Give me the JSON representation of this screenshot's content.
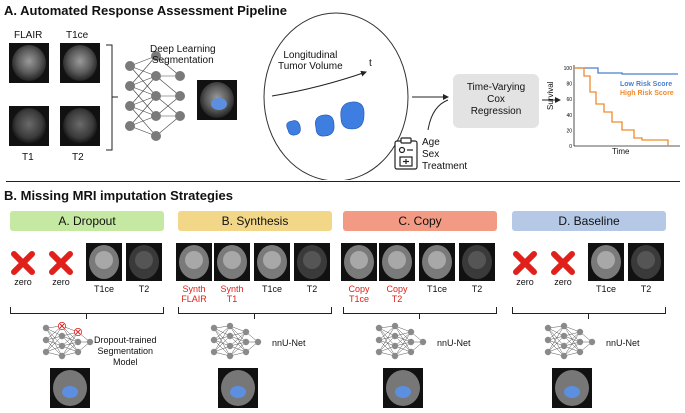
{
  "section_a": {
    "title": "A. Automated Response Assessment Pipeline",
    "mri_labels": [
      "FLAIR",
      "T1ce",
      "T1",
      "T2"
    ],
    "segmentation_label": [
      "Deep Learning",
      "Segmentation"
    ],
    "volume_label": [
      "Longitudinal",
      "Tumor Volume"
    ],
    "time_symbol": "t",
    "cox_label": [
      "Time-Varying",
      "Cox",
      "Regression"
    ],
    "covariates": [
      "Age",
      "Sex",
      "Treatment"
    ],
    "survival_chart": {
      "ylabel": "Survival",
      "xlabel": "Time",
      "ticks": [
        "100",
        "80",
        "60",
        "40",
        "20",
        "0"
      ],
      "legend": [
        "Low Risk Score",
        "High Risk Score"
      ],
      "colors": {
        "low": "#4a7fcf",
        "high": "#f08a2e"
      }
    }
  },
  "section_b": {
    "title": "B. Missing MRI imputation Strategies",
    "strategies": [
      {
        "header": "A. Dropout",
        "color": "#c5e8a2",
        "slots": [
          {
            "type": "x",
            "label": [
              "zero"
            ]
          },
          {
            "type": "x",
            "label": [
              "zero"
            ]
          },
          {
            "type": "mri",
            "label": [
              "T1ce"
            ]
          },
          {
            "type": "mri",
            "label": [
              "T2"
            ]
          }
        ],
        "model": [
          "Dropout-trained",
          "Segmentation",
          "Model"
        ]
      },
      {
        "header": "B. Synthesis",
        "color": "#f2d789",
        "slots": [
          {
            "type": "mri",
            "label": [
              "Synth",
              "FLAIR"
            ],
            "red": true
          },
          {
            "type": "mri",
            "label": [
              "Synth",
              "T1"
            ],
            "red": true
          },
          {
            "type": "mri",
            "label": [
              "T1ce"
            ]
          },
          {
            "type": "mri",
            "label": [
              "T2"
            ]
          }
        ],
        "model": [
          "nnU-Net"
        ]
      },
      {
        "header": "C. Copy",
        "color": "#f29a83",
        "slots": [
          {
            "type": "mri",
            "label": [
              "Copy",
              "T1ce"
            ],
            "red": true
          },
          {
            "type": "mri",
            "label": [
              "Copy",
              "T2"
            ],
            "red": true
          },
          {
            "type": "mri",
            "label": [
              "T1ce"
            ]
          },
          {
            "type": "mri",
            "label": [
              "T2"
            ]
          }
        ],
        "model": [
          "nnU-Net"
        ]
      },
      {
        "header": "D. Baseline",
        "color": "#b5c9e6",
        "slots": [
          {
            "type": "x",
            "label": [
              "zero"
            ]
          },
          {
            "type": "x",
            "label": [
              "zero"
            ]
          },
          {
            "type": "mri",
            "label": [
              "T1ce"
            ]
          },
          {
            "type": "mri",
            "label": [
              "T2"
            ]
          }
        ],
        "model": [
          "nnU-Net"
        ]
      }
    ]
  }
}
